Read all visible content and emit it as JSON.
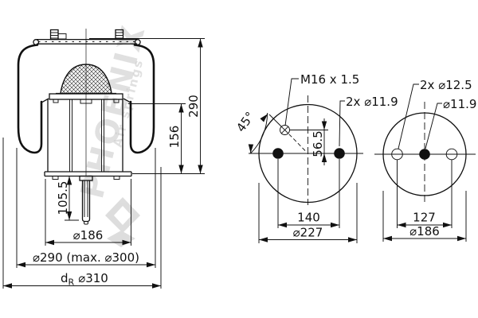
{
  "colors": {
    "line": "#111111",
    "watermark": "#cdcdcd",
    "background": "#ffffff"
  },
  "watermark": {
    "brand": "PHOENIX",
    "tagline": "Air springs"
  },
  "side_view": {
    "height_overall": "290",
    "height_piston": "156",
    "stud_length": "105.5",
    "piston_diameter": "⌀186",
    "bellows_diameter": "⌀290 (max. ⌀300)",
    "rim_d": "d",
    "rim_sub": "R",
    "rim_diameter": "⌀310"
  },
  "plan_view": {
    "air_port": "M16 x 1.5",
    "stud_holes": "2x ⌀11.9",
    "port_angle": "45°",
    "port_offset": "56.5",
    "stud_spacing": "140",
    "plate_diameter": "⌀227"
  },
  "piston_view": {
    "outer_holes": "2x ⌀12.5",
    "center_hole": "⌀11.9",
    "hole_spacing": "127",
    "plate_diameter": "⌀186"
  }
}
